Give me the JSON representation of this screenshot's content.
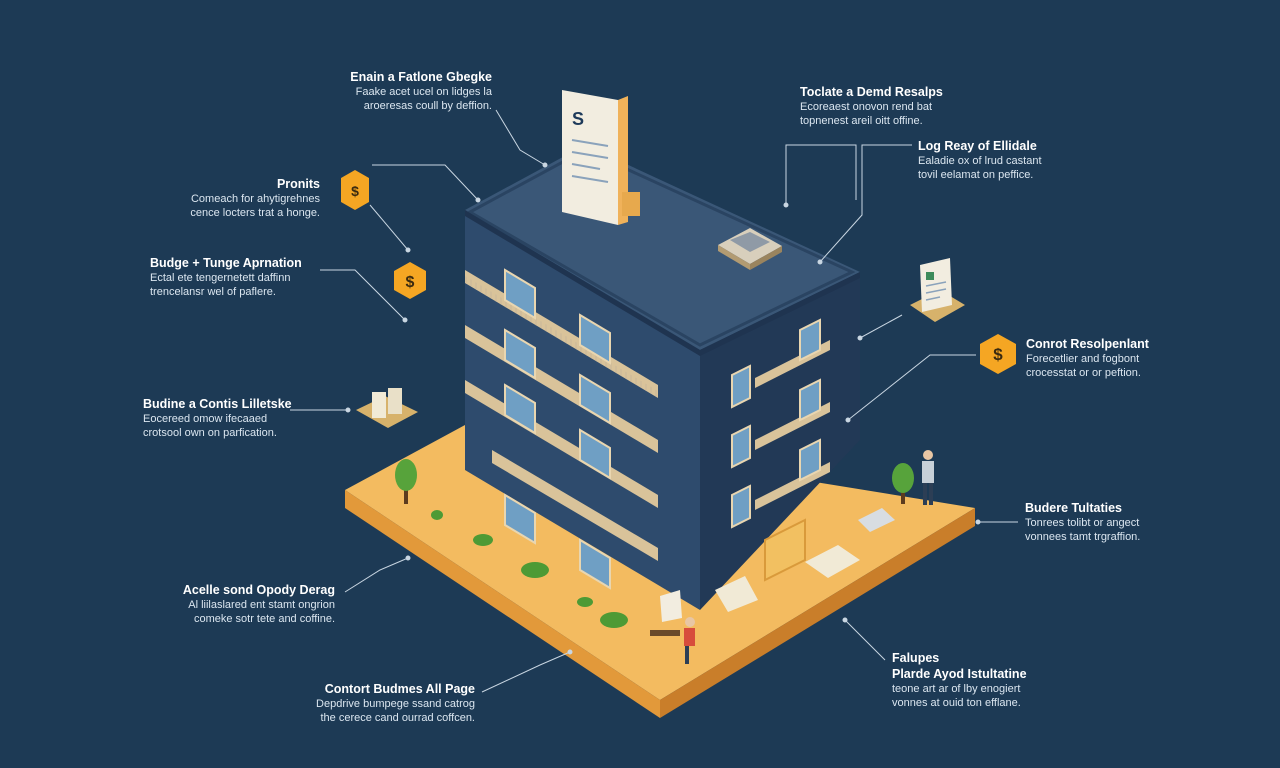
{
  "diagram": {
    "colors": {
      "background": "#1d3a55",
      "building": "#2c4768",
      "building_dark": "#243b58",
      "roof": "#3a5777",
      "ground": "#f2b75a",
      "ground_edge": "#e09a36",
      "accent": "#f5a623",
      "leader_line": "#c9d6e2"
    },
    "icons": [
      "document-icon",
      "dollar-coin-icon",
      "money-icon",
      "calculator-icon",
      "chart-document-icon",
      "tree-icon",
      "person-icon"
    ],
    "labels": [
      {
        "id": "tl1",
        "title": "Enain a Fatlone Gbegke",
        "lines": [
          "Faake acet ucel on lidges la",
          "aroeresas coull by deffion."
        ]
      },
      {
        "id": "tl2",
        "title": "Pronits",
        "lines": [
          "Comeach for ahytigrehnes",
          "cence locters trat a honge."
        ]
      },
      {
        "id": "tl3",
        "title": "Budge + Tunge Aprnation",
        "lines": [
          "Ectal ete tengernetett daffinn",
          "trencelansr wel of paflere."
        ]
      },
      {
        "id": "tl4",
        "title": "Budine a Contis Lilletske",
        "lines": [
          "Eocereed omow ifecaaed",
          "crotsool own on parfication."
        ]
      },
      {
        "id": "tl5",
        "title": "Acelle sond Opody Derag",
        "lines": [
          "Al liilaslared ent stamt ongrion",
          "comeke sotr tete and coffine."
        ]
      },
      {
        "id": "tl6",
        "title": "Contort Budmes All Page",
        "lines": [
          "Depdrive bumpege ssand catrog",
          "the cerece cand ourrad coffcen."
        ]
      },
      {
        "id": "tr1",
        "title": "Toclate a Demd Resalps",
        "lines": [
          "Ecoreaest onovon rend bat",
          "topnenest areil oitt offine."
        ]
      },
      {
        "id": "tr2",
        "title": "Log Reay of Ellidale",
        "lines": [
          "Ealadie ox of lrud castant",
          "tovil eelamat on peffice."
        ]
      },
      {
        "id": "tr3",
        "title": "Conrot Resolpenlant",
        "lines": [
          "Forecetlier and fogbont",
          "crocesstat or or peftion."
        ]
      },
      {
        "id": "tr4",
        "title": "Budere Tultaties",
        "lines": [
          "Tonrees tolibt or angect",
          "vonnees tamt trgraffion."
        ]
      },
      {
        "id": "tr5",
        "title": "Falupes",
        "lines": [
          "Plarde Ayod Istultatine",
          "teone art ar of lby enogiert",
          "vonnes at ouid ton efflane."
        ]
      }
    ]
  }
}
